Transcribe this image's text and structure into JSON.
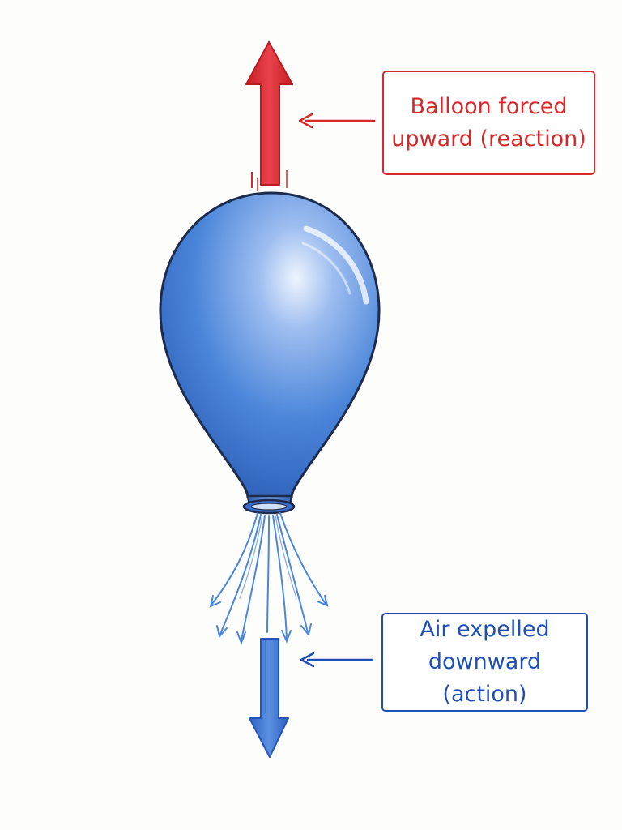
{
  "reaction_label": {
    "line1": "Balloon forced",
    "line2": "upward (reaction)",
    "color": "#d8272b"
  },
  "action_label": {
    "line1": "Air expelled",
    "line2": "downward (action)",
    "color": "#1e4fb5"
  },
  "balloon": {
    "fill": "#4a85d9",
    "outline": "#1d2b4d"
  },
  "airflow_color": "#4a86dc",
  "background": "#fdfdfc"
}
